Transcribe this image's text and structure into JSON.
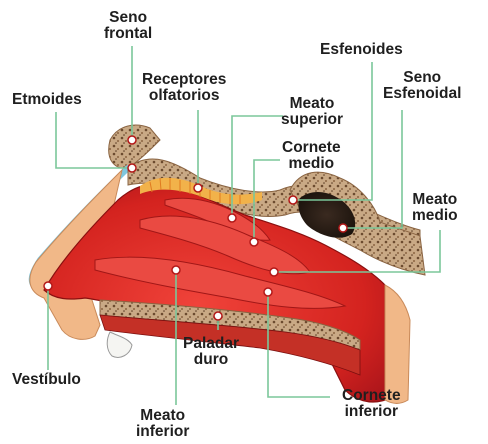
{
  "labels": {
    "seno_frontal": [
      "Seno",
      "frontal"
    ],
    "etmoides": "Etmoides",
    "receptores_olfatorios": [
      "Receptores",
      "olfatorios"
    ],
    "esfenoides": "Esfenoides",
    "seno_esfenoidal": [
      "Seno",
      "Esfenoidal"
    ],
    "meato_superior": [
      "Meato",
      "superior"
    ],
    "cornete_medio": [
      "Cornete",
      "medio"
    ],
    "meato_medio": [
      "Meato",
      "medio"
    ],
    "paladar_duro": [
      "Paladar",
      "duro"
    ],
    "vestibulo": "Vestíbulo",
    "meato_inferior": [
      "Meato",
      "inferior"
    ],
    "cornete_inferior": [
      "Cornete",
      "inferior"
    ]
  },
  "colors": {
    "leader_line": "#7bc79a",
    "cavity_red": "#d92a2a",
    "turbinate_red": "#e8463f",
    "bone": "#b89a78",
    "mucosa_yellow": "#f2b24a",
    "cartilage_blue": "#7ec6de",
    "skin": "#f1b888",
    "marker": "#ffffff"
  }
}
